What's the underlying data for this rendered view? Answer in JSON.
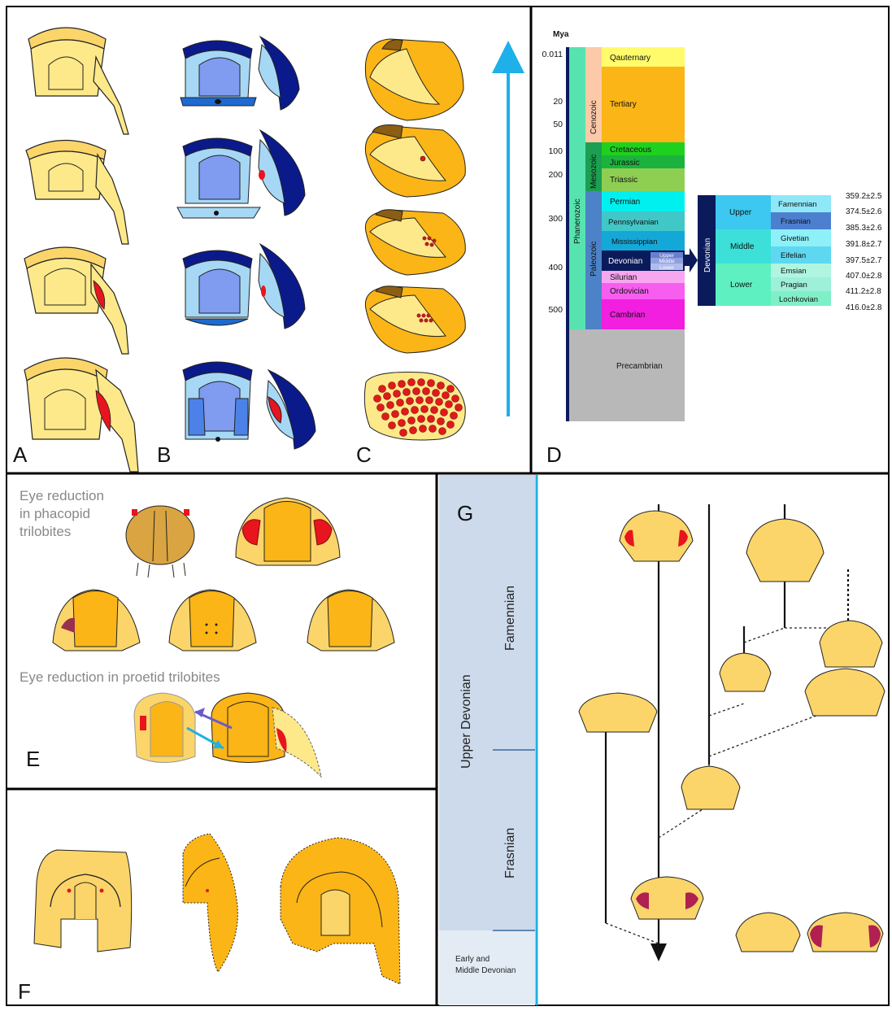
{
  "panel_labels": {
    "a": "A",
    "b": "B",
    "c": "C",
    "d": "D",
    "e": "E",
    "f": "F",
    "g": "G"
  },
  "panel_e": {
    "phacopid_title": "Eye reduction\nin phacopid\ntrilobites",
    "phacopid_line1": "Eye reduction",
    "phacopid_line2": "in phacopid",
    "phacopid_line3": "trilobites",
    "proetid_title": "Eye reduction in proetid trilobites"
  },
  "timescale": {
    "unit_label": "Mya",
    "ticks": [
      "0.011",
      "20",
      "50",
      "100",
      "200",
      "300",
      "400",
      "500"
    ],
    "eon": "Phanerozoic",
    "eras": [
      "Cenozoic",
      "Mesozoic",
      "Paleozoic"
    ],
    "periods": [
      "Qauternary",
      "Tertiary",
      "Cretaceous",
      "Jurassic",
      "Triassic",
      "Permian",
      "Pennsylvanian",
      "Mississippian",
      "Devonian",
      "Silurian",
      "Ordovician",
      "Cambrian",
      "Precambrian"
    ],
    "devonian_subdiv": [
      "Upper",
      "Middle",
      "Lower"
    ],
    "devonian_detail": {
      "period": "Devonian",
      "epochs": [
        "Upper",
        "Middle",
        "Lower"
      ],
      "stages": [
        "Famennian",
        "Frasnian",
        "Givetian",
        "Eifelian",
        "Emsian",
        "Pragian",
        "Lochkovian"
      ],
      "ages": [
        "359.2±2.5",
        "374.5±2.6",
        "385.3±2.6",
        "391.8±2.7",
        "397.5±2.7",
        "407.0±2.8",
        "411.2±2.8",
        "416.0±2.8"
      ]
    },
    "colors": {
      "quaternary": "#fffb6b",
      "tertiary": "#fbb516",
      "cretaceous": "#1fd11f",
      "jurassic": "#1bb33d",
      "triassic": "#8ecf53",
      "permian": "#00f0f0",
      "pennsylvanian": "#40c8c8",
      "mississippian": "#14a8d8",
      "devonian": "#0b1a5a",
      "silurian": "#f7a6f0",
      "ordovician": "#f75ef0",
      "cambrian": "#f21ee0",
      "precambrian": "#b8b8b8",
      "cenozoic": "#fcc9a9",
      "mesozoic": "#1c9f50",
      "paleozoic": "#4c82c8",
      "phanerozoic": "#57e3b0"
    }
  },
  "panel_g": {
    "epoch": "Upper Devonian",
    "stage_upper": "Famennian",
    "stage_lower": "Frasnian",
    "early_line1": "Early and",
    "early_line2": "Middle Devonian"
  }
}
